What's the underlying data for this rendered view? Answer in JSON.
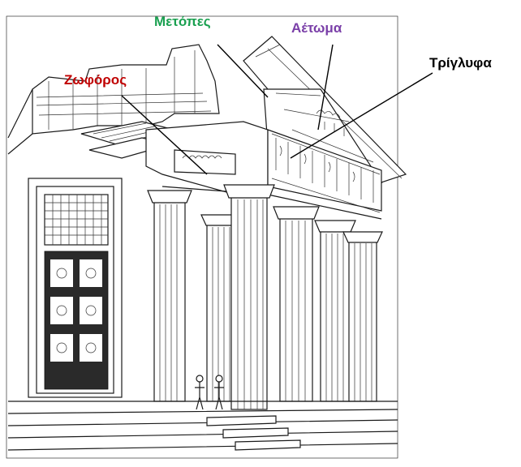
{
  "labels": {
    "metopes": "Μετόπες",
    "aetoma": "Αέτωμα",
    "zoforos": "Ζωφόρος",
    "triglyfa": "Τρίγλυφα"
  },
  "colors": {
    "metopes": "#1aa050",
    "aetoma": "#7a3fa8",
    "zoforos": "#c00000",
    "triglyfa": "#000000"
  }
}
